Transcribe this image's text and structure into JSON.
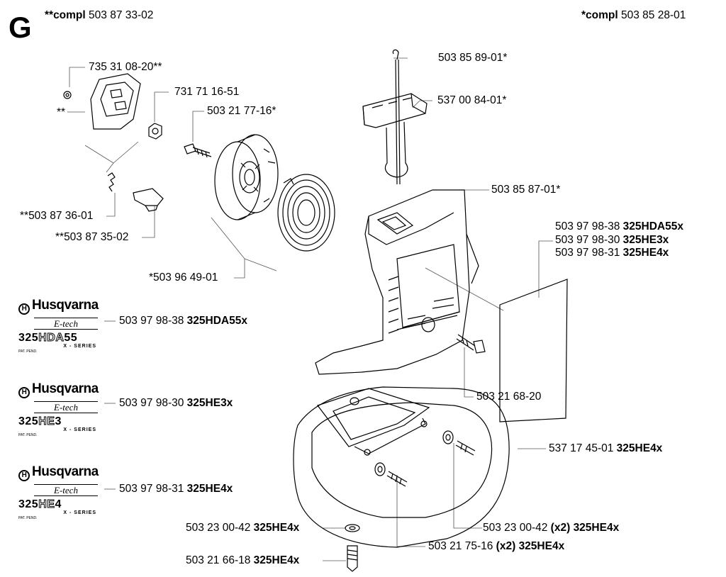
{
  "section_letter": "G",
  "header": {
    "left_prefix": "**compl",
    "left_number": "503 87 33-02",
    "right_prefix": "*compl",
    "right_number": "503 85 28-01"
  },
  "labels": {
    "p735": "735 31 08-20**",
    "star2": "**",
    "p731": "731 71 16-51",
    "p50321": "503 21 77-16*",
    "p5038736": "**503 87 36-01",
    "p5038735": "**503 87 35-02",
    "p5039649": "*503 96 49-01",
    "p5038589": "503 85 89-01*",
    "p5370084": "537 00 84-01*",
    "p5038587": "503 85 87-01*",
    "decal_block": [
      {
        "num": "503 97 98-38",
        "model": "325HDA55x"
      },
      {
        "num": "503 97 98-30",
        "model": "325HE3x"
      },
      {
        "num": "503 97 98-31",
        "model": "325HE4x"
      }
    ],
    "p5032168": "503 21 68-20",
    "p5371745": {
      "num": "537 17 45-01",
      "model": "325HE4x"
    },
    "p50323_right": {
      "num": "503 23 00-42",
      "qty": "(x2)",
      "model": "325HE4x"
    },
    "p50323_left": {
      "num": "503 23 00-42",
      "model": "325HE4x"
    },
    "p5032175": {
      "num": "503 21 75-16",
      "qty": "(x2)",
      "model": "325HE4x"
    },
    "p5032166": {
      "num": "503 21 66-18",
      "model": "325HE4x"
    }
  },
  "logos": [
    {
      "brand": "Husqvarna",
      "tagline": "E-tech",
      "model_solid": "325",
      "model_outline": "HDA",
      "model_suffix": "55",
      "series": "X - SERIES",
      "pat": "PAT. PEND.",
      "num": "503 97 98-38",
      "model": "325HDA55x"
    },
    {
      "brand": "Husqvarna",
      "tagline": "E-tech",
      "model_solid": "325",
      "model_outline": "HE",
      "model_suffix": "3",
      "series": "X - SERIES",
      "pat": "PAT. PEND.",
      "num": "503 97 98-30",
      "model": "325HE3x"
    },
    {
      "brand": "Husqvarna",
      "tagline": "E-tech",
      "model_solid": "325",
      "model_outline": "HE",
      "model_suffix": "4",
      "series": "X - SERIES",
      "pat": "PAT. PEND.",
      "num": "503 97 98-31",
      "model": "325HE4x"
    }
  ]
}
